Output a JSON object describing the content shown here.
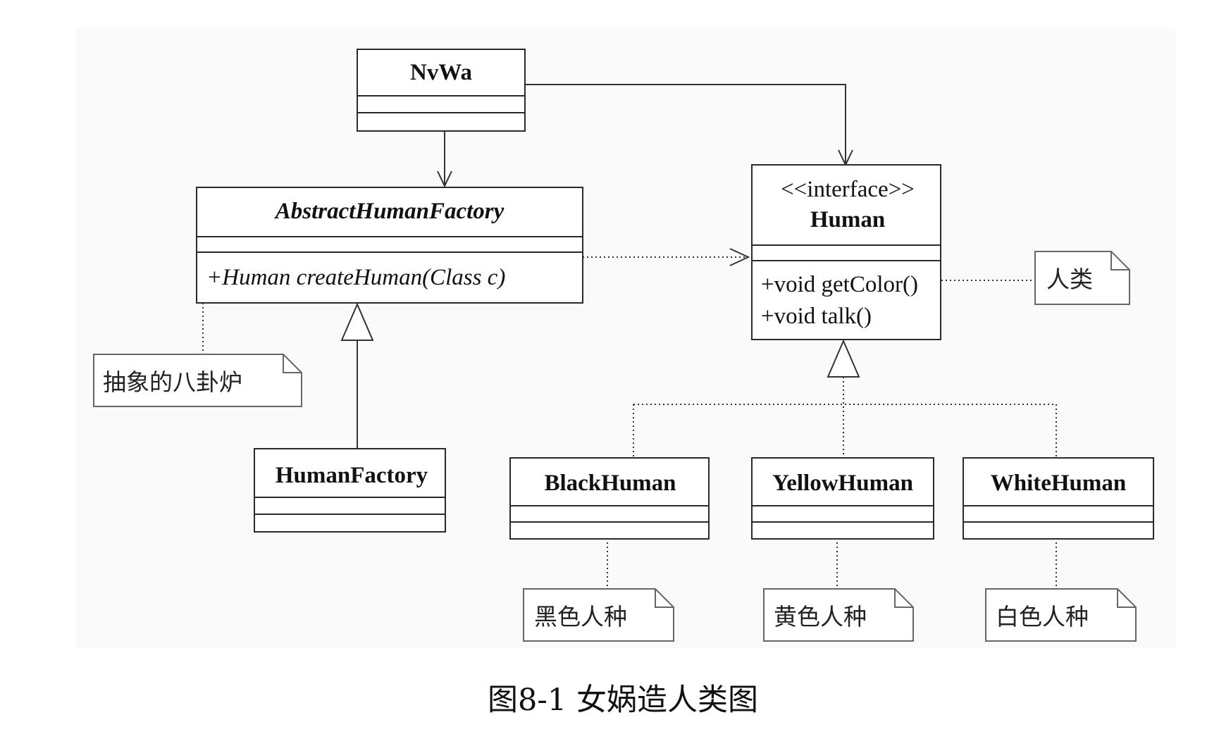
{
  "classes": {
    "nvwa": {
      "name": "NvWa"
    },
    "abstract_factory": {
      "name": "AbstractHumanFactory",
      "operation": "+Human createHuman(Class c)"
    },
    "human_factory": {
      "name": "HumanFactory"
    },
    "human": {
      "stereotype": "<<interface>>",
      "name": "Human",
      "operations": [
        "+void getColor()",
        "+void talk()"
      ]
    },
    "black_human": {
      "name": "BlackHuman"
    },
    "yellow_human": {
      "name": "YellowHuman"
    },
    "white_human": {
      "name": "WhiteHuman"
    }
  },
  "notes": {
    "factory_note": "抽象的八卦炉",
    "human_note": "人类",
    "black_note": "黑色人种",
    "yellow_note": "黄色人种",
    "white_note": "白色人种"
  },
  "caption": "图8-1 女娲造人类图"
}
